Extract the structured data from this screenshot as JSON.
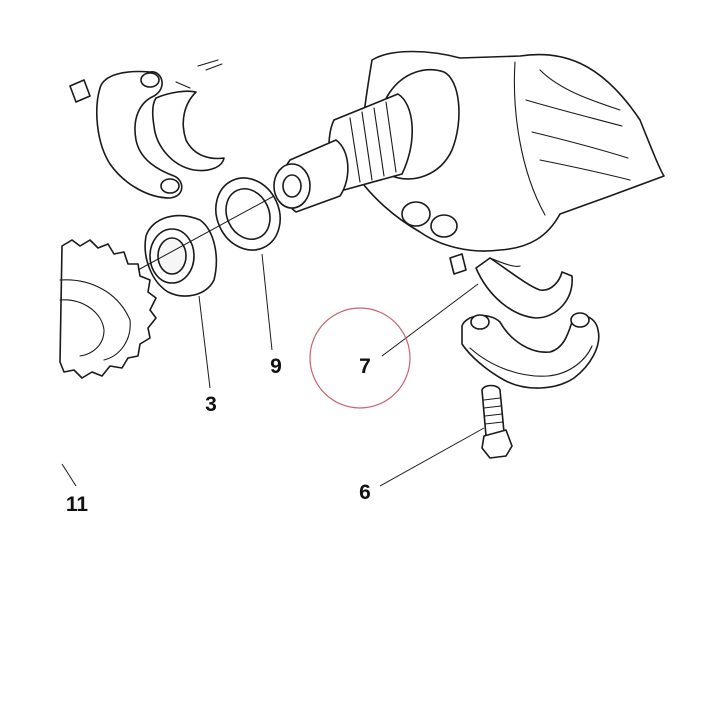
{
  "callouts": [
    {
      "id": "3",
      "label": "3"
    },
    {
      "id": "6",
      "label": "6"
    },
    {
      "id": "7",
      "label": "7"
    },
    {
      "id": "9",
      "label": "9"
    },
    {
      "id": "11",
      "label": "11"
    }
  ],
  "colors": {
    "line": "#1a1a1a",
    "highlight_circle": "#c8646e",
    "background": "#ffffff"
  },
  "highlight": {
    "callout": "7"
  }
}
